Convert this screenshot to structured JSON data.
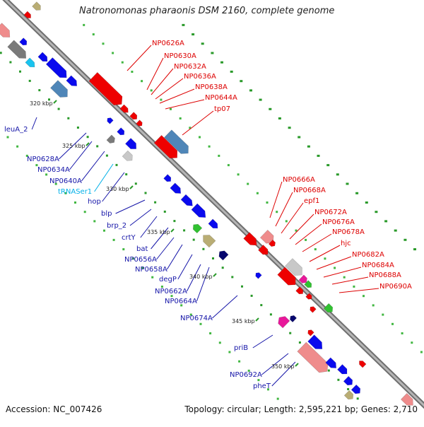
{
  "title": "Natronomonas pharaonis DSM 2160, complete genome",
  "footer": {
    "accession": "Accession: NC_007426",
    "topology": "Topology: circular; Length: 2,595,221 bp; Genes: 2,710"
  },
  "colors": {
    "label_red": "#dd0000",
    "label_blue": "#1515a8",
    "label_cyan": "#00b0e8",
    "gene_blue": "#0a0aee",
    "gene_red": "#ee0000",
    "gene_pink": "#ef8c8c",
    "gene_steel": "#4f86b8",
    "gene_gray": "#7a7a7a",
    "gene_silver": "#c8c8c8",
    "gene_khaki": "#b9ad74",
    "gene_green": "#31c131",
    "gene_magenta": "#e8189a",
    "gene_navy": "#06066e",
    "gene_cyan": "#19c3ef",
    "backbone": "#8c8c8c"
  },
  "scale_labels": [
    "320 kbp",
    "325 kbp",
    "330 kbp",
    "335 kbp",
    "340 kbp",
    "345 kbp",
    "350 kbp"
  ],
  "labels_outer": [
    "NP0626A",
    "NP0630A",
    "NP0632A",
    "NP0636A",
    "NP0638A",
    "NP0644A",
    "tp07",
    "NP0666A",
    "NP0668A",
    "epf1",
    "NP0672A",
    "NP0676A",
    "NP0678A",
    "hjc",
    "NP0682A",
    "NP0684A",
    "NP0688A",
    "NP0690A"
  ],
  "labels_inner": [
    "leuA_2",
    "NP0628A",
    "NP0634A",
    "NP0640A",
    "tRNASer1",
    "hop",
    "blp",
    "brp_2",
    "crtY",
    "bat",
    "NP0656A",
    "NP0658A",
    "degP",
    "NP0662A",
    "NP0664A",
    "NP0674A",
    "priB",
    "NP0692A",
    "pheT"
  ]
}
